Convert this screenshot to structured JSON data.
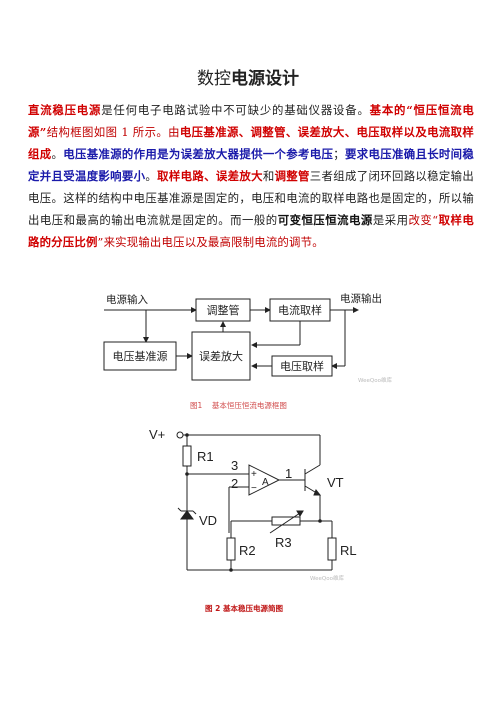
{
  "title": {
    "prefix": "数控",
    "suffix": "电源设计"
  },
  "para": [
    {
      "t": "直流稳压电源",
      "c": "rb"
    },
    {
      "t": "是任何电子电路试验中不可缺少的基础仪器设备。",
      "c": "k"
    },
    {
      "t": "基本的“恒压恒流电源”",
      "c": "rb"
    },
    {
      "t": "结构框图如图 1 所示。由",
      "c": "red"
    },
    {
      "t": "电压基准源、调整管、误差放大、电压取样以及电流取样 组成",
      "c": "rb"
    },
    {
      "t": "。",
      "c": "k"
    },
    {
      "t": "电压基准源的作用是为误差放大器提供一个参考电压",
      "c": "bb"
    },
    {
      "t": "；",
      "c": "k"
    },
    {
      "t": "要求电压准确且长时间稳定并且受温度影响要小",
      "c": "bb"
    },
    {
      "t": "。",
      "c": "k"
    },
    {
      "t": "取样电路、误差放大",
      "c": "rb"
    },
    {
      "t": "和",
      "c": "k"
    },
    {
      "t": "调整管",
      "c": "rb"
    },
    {
      "t": "三者组成了闭环回路以稳定输出电压。这样的结构中电压基准源是固定的，电压和电流的取样电路也是固定的，所以输出电压和最高的输出电流就是固定的。而一般的",
      "c": "k"
    },
    {
      "t": "可变恒压恒流电源",
      "c": "kb"
    },
    {
      "t": "是采用",
      "c": "k"
    },
    {
      "t": "改变“",
      "c": "red"
    },
    {
      "t": "取样电路的分压比例",
      "c": "rb"
    },
    {
      "t": "”来实现输出电压以及最高限制电流的调节。",
      "c": "red"
    }
  ],
  "fig1": {
    "input_label": "电源输入",
    "output_label": "电源输出",
    "adjust": "调整管",
    "current_sample": "电流取样",
    "vref": "电压基准源",
    "error_amp": "误差放大",
    "voltage_sample": "电压取样",
    "watermark": "WeeQoo维库",
    "caption_num": "图1",
    "caption_text": "基本恒压恒流电源框图"
  },
  "fig2": {
    "vplus": "V+",
    "r1": "R1",
    "pin3": "3",
    "pin2": "2",
    "pin1": "1",
    "plus": "+",
    "minus": "−",
    "amp": "A",
    "vt": "VT",
    "vd": "VD",
    "r2": "R2",
    "r3": "R3",
    "rl": "RL",
    "watermark": "WeeQoo维库",
    "caption_num": "图 2",
    "caption_text": "基本稳压电源简图"
  }
}
